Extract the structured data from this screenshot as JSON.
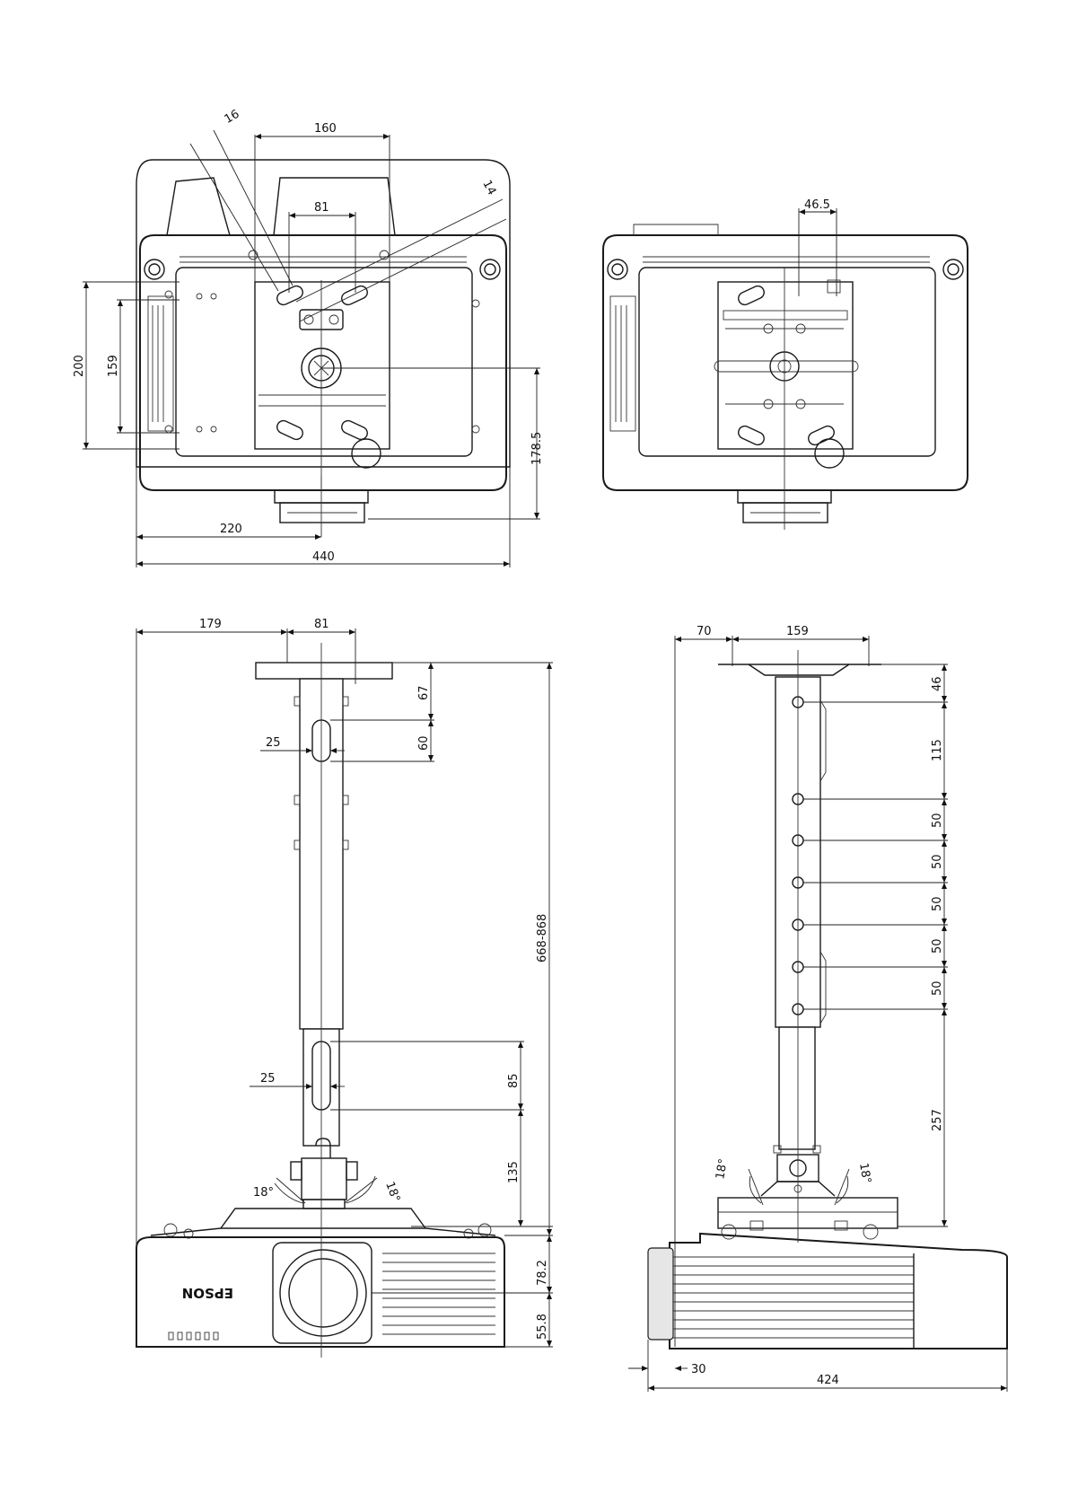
{
  "brand": "EPSON",
  "views": {
    "top_left": {
      "dims": [
        "16",
        "160",
        "14",
        "81",
        "200",
        "159",
        "178.5",
        "220",
        "440"
      ]
    },
    "top_right": {
      "dims": [
        "46.5"
      ]
    },
    "front": {
      "dims": [
        "179",
        "81",
        "67",
        "60",
        "25",
        "668-868",
        "85",
        "25",
        "135",
        "18°",
        "18°",
        "78.2",
        "55.8"
      ]
    },
    "side": {
      "dims": [
        "70",
        "159",
        "46",
        "115",
        "50",
        "50",
        "50",
        "50",
        "50",
        "257",
        "18°",
        "18°",
        "30",
        "424"
      ]
    }
  }
}
